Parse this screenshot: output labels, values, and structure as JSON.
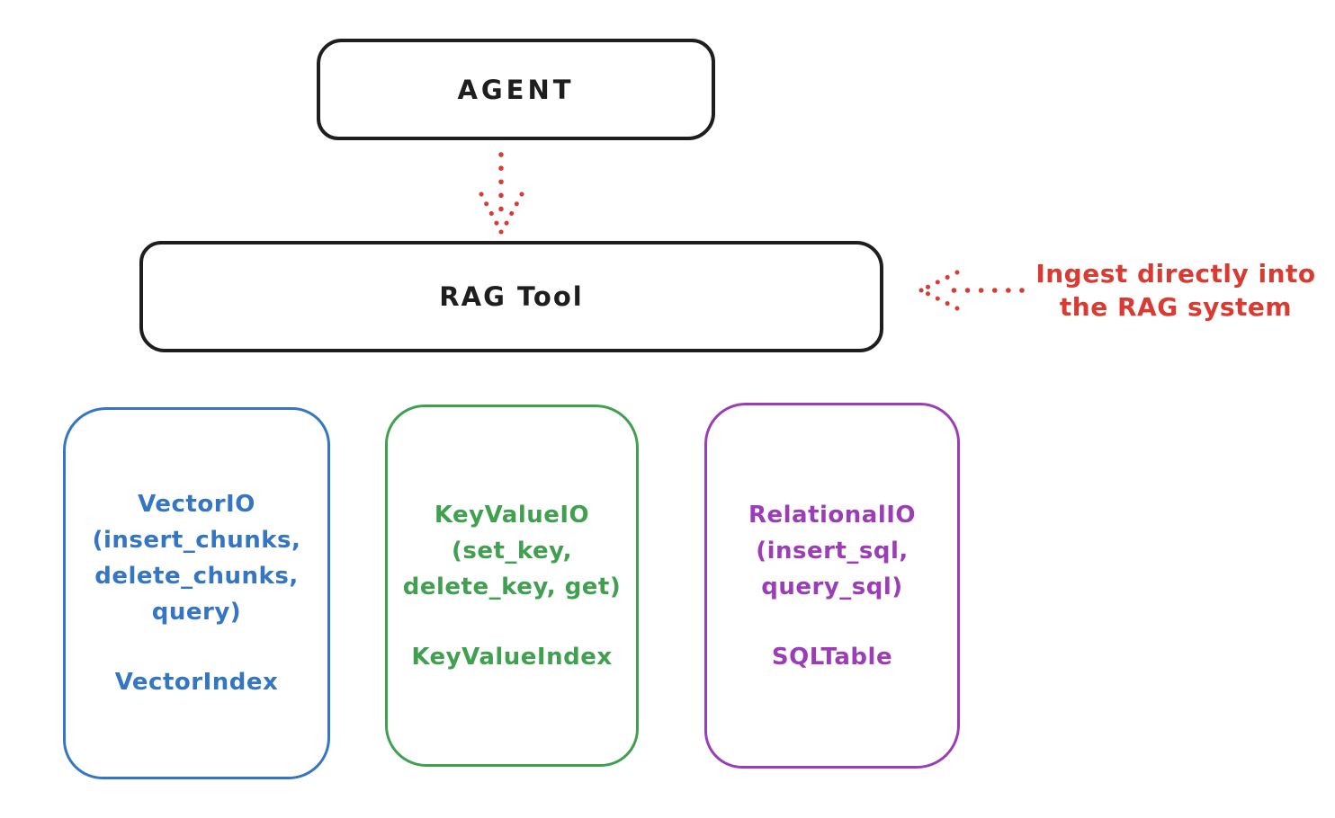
{
  "colors": {
    "background": "#ffffff",
    "ink": "#1e1e1e",
    "red": "#d93b33",
    "blue": "#3475c4",
    "green": "#40a050",
    "purple": "#9c3db8"
  },
  "nodes": {
    "agent": {
      "label": "AGENT"
    },
    "rag_tool": {
      "label": "RAG Tool"
    },
    "vector": {
      "lines": [
        "VectorIO",
        "(insert_chunks,",
        "delete_chunks,",
        "query)"
      ],
      "index_label": "VectorIndex"
    },
    "keyvalue": {
      "lines": [
        "KeyValueIO",
        "(set_key,",
        "delete_key, get)"
      ],
      "index_label": "KeyValueIndex"
    },
    "relational": {
      "lines": [
        "RelationalIO",
        "(insert_sql,",
        "query_sql)"
      ],
      "index_label": "SQLTable"
    }
  },
  "annotation": {
    "line1": "Ingest directly into",
    "line2": "the RAG system"
  },
  "arrows": {
    "agent_to_ragtool": "dotted-red-down-arrow",
    "ingest_into_ragtool": "dotted-red-left-arrow"
  }
}
